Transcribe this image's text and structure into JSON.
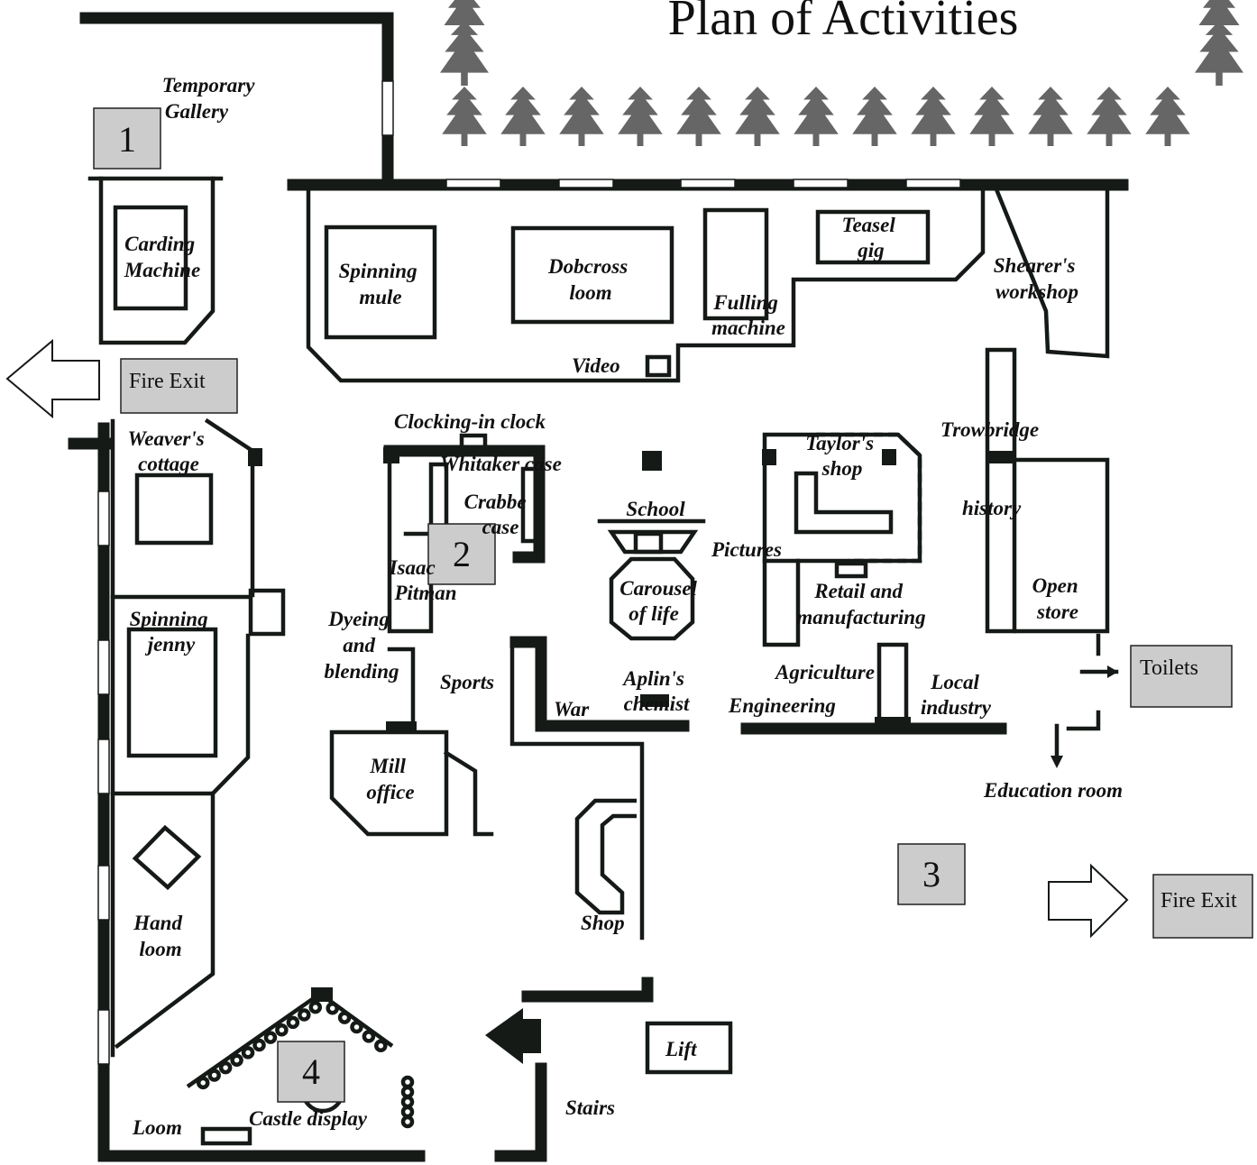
{
  "title": "Plan of Activities",
  "markers": [
    "1",
    "2",
    "3",
    "4"
  ],
  "signs": {
    "fire_exit_left": "Fire Exit",
    "fire_exit_right": "Fire Exit",
    "toilets": "Toilets"
  },
  "labels": {
    "temporary_gallery": [
      "Temporary",
      "Gallery"
    ],
    "carding_machine": [
      "Carding",
      "Machine"
    ],
    "spinning_mule": [
      "Spinning",
      "mule"
    ],
    "dobcross_loom": [
      "Dobcross",
      "loom"
    ],
    "fulling_machine": [
      "Fulling",
      "machine"
    ],
    "teasel_gig": [
      "Teasel",
      "gig"
    ],
    "shearers_workshop": [
      "Shearer's",
      "workshop"
    ],
    "video": "Video",
    "weavers_cottage": [
      "Weaver's",
      "cottage"
    ],
    "clocking_in_clock": "Clocking-in clock",
    "whitaker_case": "Whitaker case",
    "crabbe_case": [
      "Crabbe",
      "case"
    ],
    "isaac_pitman": [
      "Isaac",
      "Pitman"
    ],
    "school": "School",
    "pictures": "Pictures",
    "carousel_of_life": [
      "Carousel",
      "of life"
    ],
    "taylors_shop": [
      "Taylor's",
      "shop"
    ],
    "retail_manufacturing": [
      "Retail and",
      "manufacturing"
    ],
    "trowbridge_history": [
      "Trowbridge",
      "history"
    ],
    "open_store": [
      "Open",
      "store"
    ],
    "spinning_jenny": [
      "Spinning",
      "jenny"
    ],
    "dyeing_blending": [
      "Dyeing",
      "and",
      "blending"
    ],
    "sports": "Sports",
    "war": "War",
    "aplins_chemist": [
      "Aplin's",
      "chemist"
    ],
    "agriculture": "Agriculture",
    "engineering": "Engineering",
    "local_industry": [
      "Local",
      "industry"
    ],
    "education_room": "Education room",
    "mill_office": [
      "Mill",
      "office"
    ],
    "hand_loom": [
      "Hand",
      "loom"
    ],
    "shop": "Shop",
    "lift": "Lift",
    "stairs": "Stairs",
    "loom": "Loom",
    "castle_display": "Castle display"
  }
}
